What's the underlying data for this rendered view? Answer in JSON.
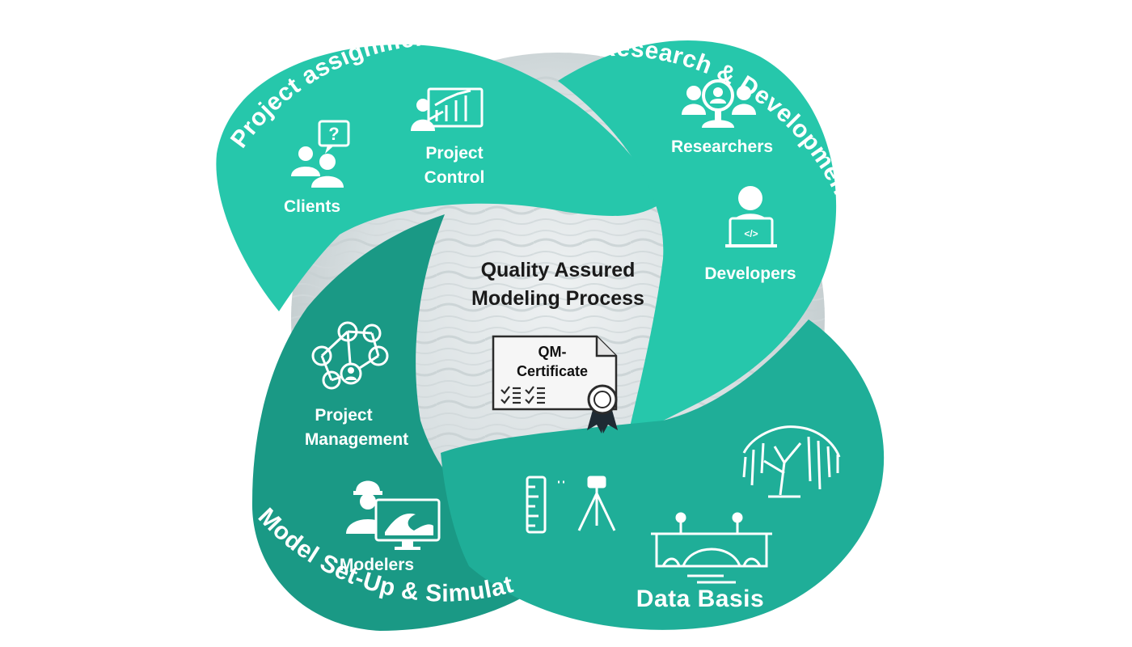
{
  "colors": {
    "petal_light": "#26c7ab",
    "petal_mid": "#1fae98",
    "petal_dark": "#1a9985",
    "icon": "#ffffff",
    "center_bg": "#dfe5e7",
    "certificate_paper": "#f6f6f6"
  },
  "center": {
    "title_line1": "Quality Assured",
    "title_line2": "Modeling Process",
    "certificate_line1": "QM-",
    "certificate_line2": "Certificate"
  },
  "petals": {
    "project_assignment": {
      "title": "Project assignment",
      "roles": [
        {
          "label": "Clients",
          "icon": "clients-icon"
        },
        {
          "label_line1": "Project",
          "label_line2": "Control",
          "icon": "presentation-chart-icon"
        }
      ]
    },
    "research_development": {
      "title": "Research & Development",
      "roles": [
        {
          "label": "Researchers",
          "icon": "researchers-icon"
        },
        {
          "label": "Developers",
          "icon": "developer-laptop-icon"
        }
      ]
    },
    "model_setup": {
      "title": "Model Set-Up & Simulation",
      "roles": [
        {
          "label_line1": "Project",
          "label_line2": "Management",
          "icon": "network-icon"
        },
        {
          "label": "Modelers",
          "icon": "modeler-monitor-icon"
        }
      ]
    },
    "data_basis": {
      "title": "Data Basis",
      "icons": [
        "ruler-icon",
        "surveying-tripod-icon",
        "willow-tree-icon",
        "bridge-icon"
      ]
    }
  }
}
